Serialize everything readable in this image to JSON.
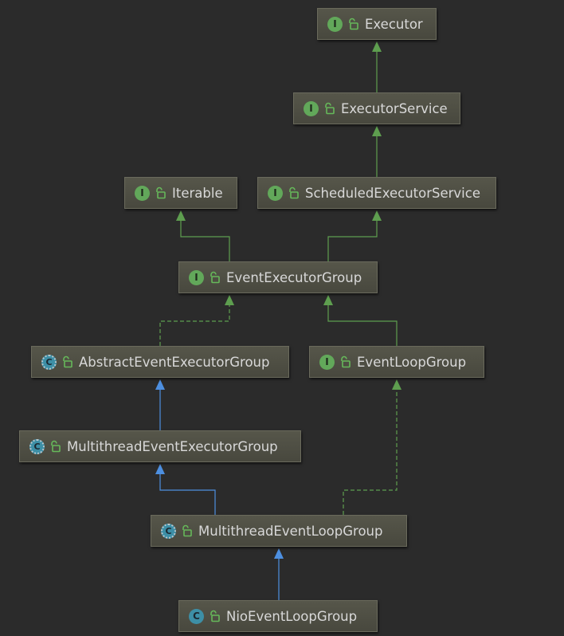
{
  "colors": {
    "background": "#2b2b2b",
    "extends_interface": "#5e9e4f",
    "extends_class": "#4d8fe0",
    "implements": "#5e9e4f"
  },
  "nodes": [
    {
      "id": "executor",
      "label": "Executor",
      "kind": "interface",
      "badge": "I",
      "icon": "public-unlock-icon"
    },
    {
      "id": "executor-service",
      "label": "ExecutorService",
      "kind": "interface",
      "badge": "I",
      "icon": "public-unlock-icon"
    },
    {
      "id": "iterable",
      "label": "Iterable",
      "kind": "interface",
      "badge": "I",
      "icon": "public-unlock-icon"
    },
    {
      "id": "scheduled-executor-service",
      "label": "ScheduledExecutorService",
      "kind": "interface",
      "badge": "I",
      "icon": "public-unlock-icon"
    },
    {
      "id": "event-executor-group",
      "label": "EventExecutorGroup",
      "kind": "interface",
      "badge": "I",
      "icon": "public-unlock-icon"
    },
    {
      "id": "abstract-event-executor-group",
      "label": "AbstractEventExecutorGroup",
      "kind": "abstract",
      "badge": "C",
      "icon": "public-unlock-icon"
    },
    {
      "id": "event-loop-group",
      "label": "EventLoopGroup",
      "kind": "interface",
      "badge": "I",
      "icon": "public-unlock-icon"
    },
    {
      "id": "multithread-event-executor-group",
      "label": "MultithreadEventExecutorGroup",
      "kind": "abstract",
      "badge": "C",
      "icon": "public-unlock-icon"
    },
    {
      "id": "multithread-event-loop-group",
      "label": "MultithreadEventLoopGroup",
      "kind": "abstract",
      "badge": "C",
      "icon": "public-unlock-icon"
    },
    {
      "id": "nio-event-loop-group",
      "label": "NioEventLoopGroup",
      "kind": "class",
      "badge": "C",
      "icon": "public-unlock-icon"
    }
  ],
  "edges": [
    {
      "from": "executor-service",
      "to": "executor",
      "relation": "extends-interface"
    },
    {
      "from": "scheduled-executor-service",
      "to": "executor-service",
      "relation": "extends-interface"
    },
    {
      "from": "event-executor-group",
      "to": "iterable",
      "relation": "extends-interface"
    },
    {
      "from": "event-executor-group",
      "to": "scheduled-executor-service",
      "relation": "extends-interface"
    },
    {
      "from": "abstract-event-executor-group",
      "to": "event-executor-group",
      "relation": "implements"
    },
    {
      "from": "event-loop-group",
      "to": "event-executor-group",
      "relation": "extends-interface"
    },
    {
      "from": "multithread-event-executor-group",
      "to": "abstract-event-executor-group",
      "relation": "extends-class"
    },
    {
      "from": "multithread-event-loop-group",
      "to": "multithread-event-executor-group",
      "relation": "extends-class"
    },
    {
      "from": "multithread-event-loop-group",
      "to": "event-loop-group",
      "relation": "implements"
    },
    {
      "from": "nio-event-loop-group",
      "to": "multithread-event-loop-group",
      "relation": "extends-class"
    }
  ]
}
